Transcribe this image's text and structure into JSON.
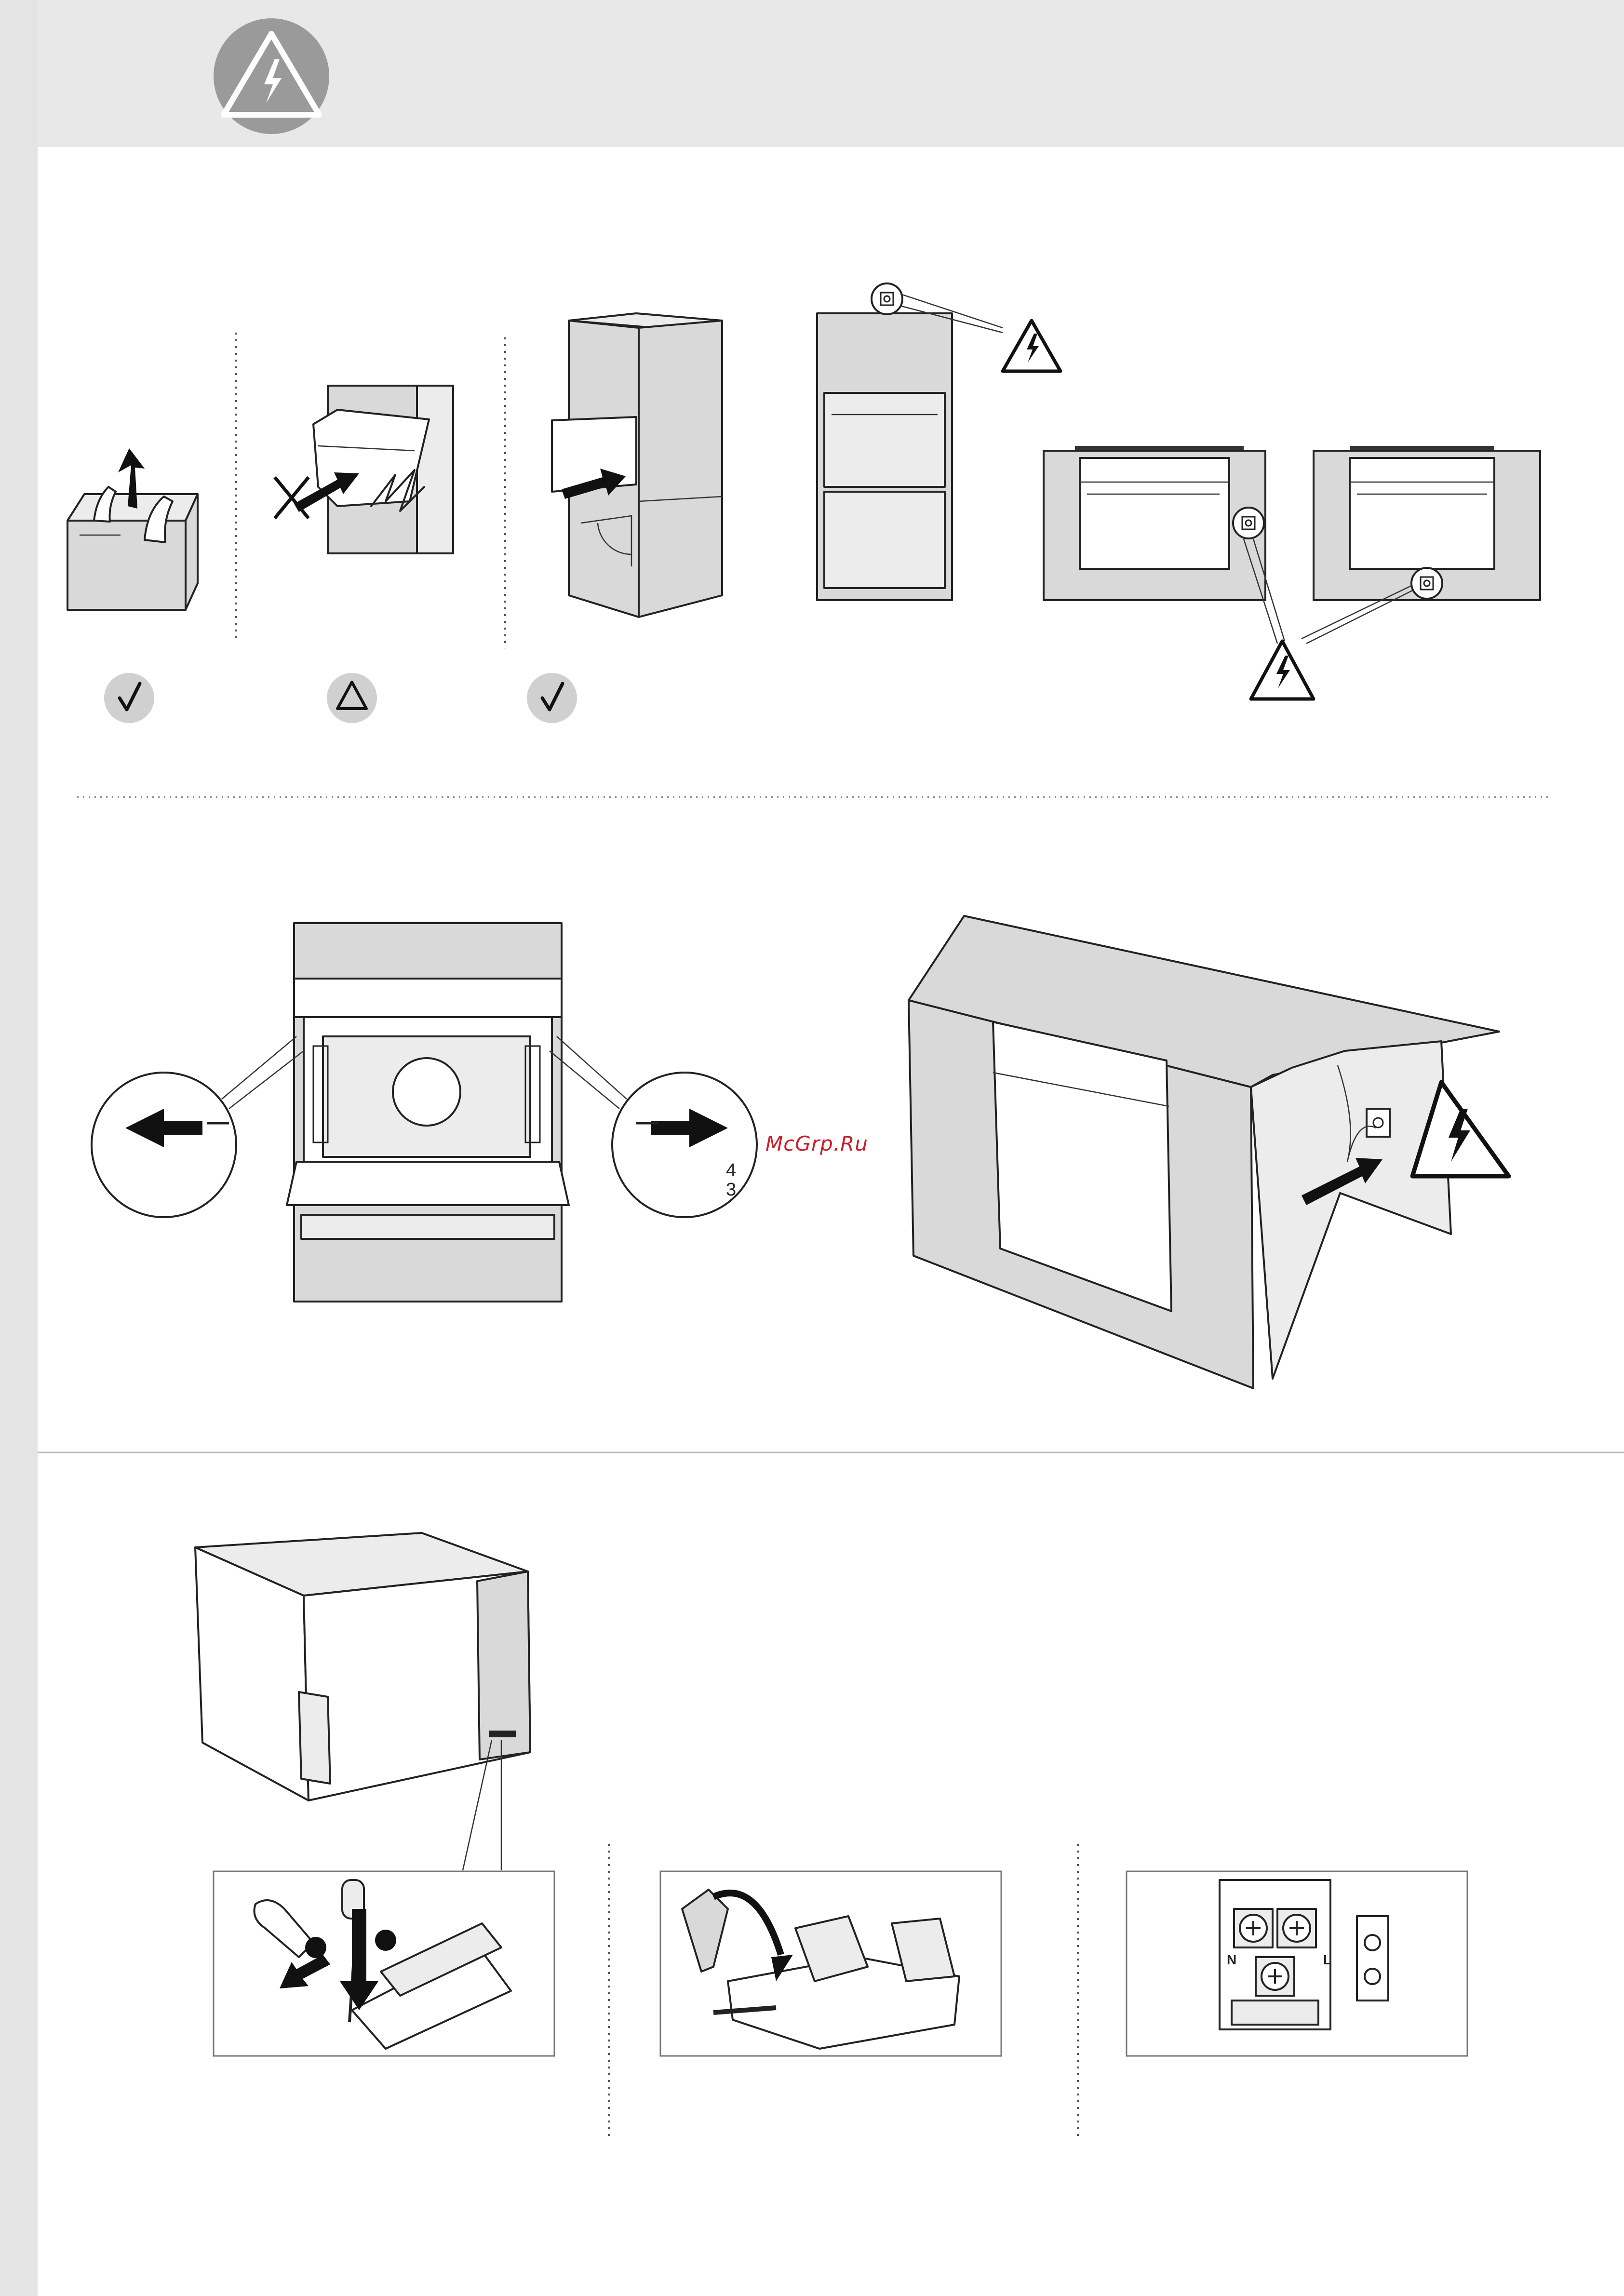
{
  "watermark": "McGrp.Ru",
  "figure_text": {
    "terminal_l": "L",
    "terminal_n": "N",
    "rack_level_4": "4",
    "rack_level_3": "3"
  },
  "icons": [
    "electric-hazard-icon",
    "checkmark-icon",
    "caution-triangle-icon",
    "wall-socket-icon"
  ],
  "colors": {
    "panel_grey": "#d9d9d9",
    "badge_grey": "#d0d0d0",
    "header_grey": "#e8e8e8",
    "hazard_fill": "#9a9a9a",
    "watermark_red": "#c8202a",
    "line": "#222222"
  }
}
